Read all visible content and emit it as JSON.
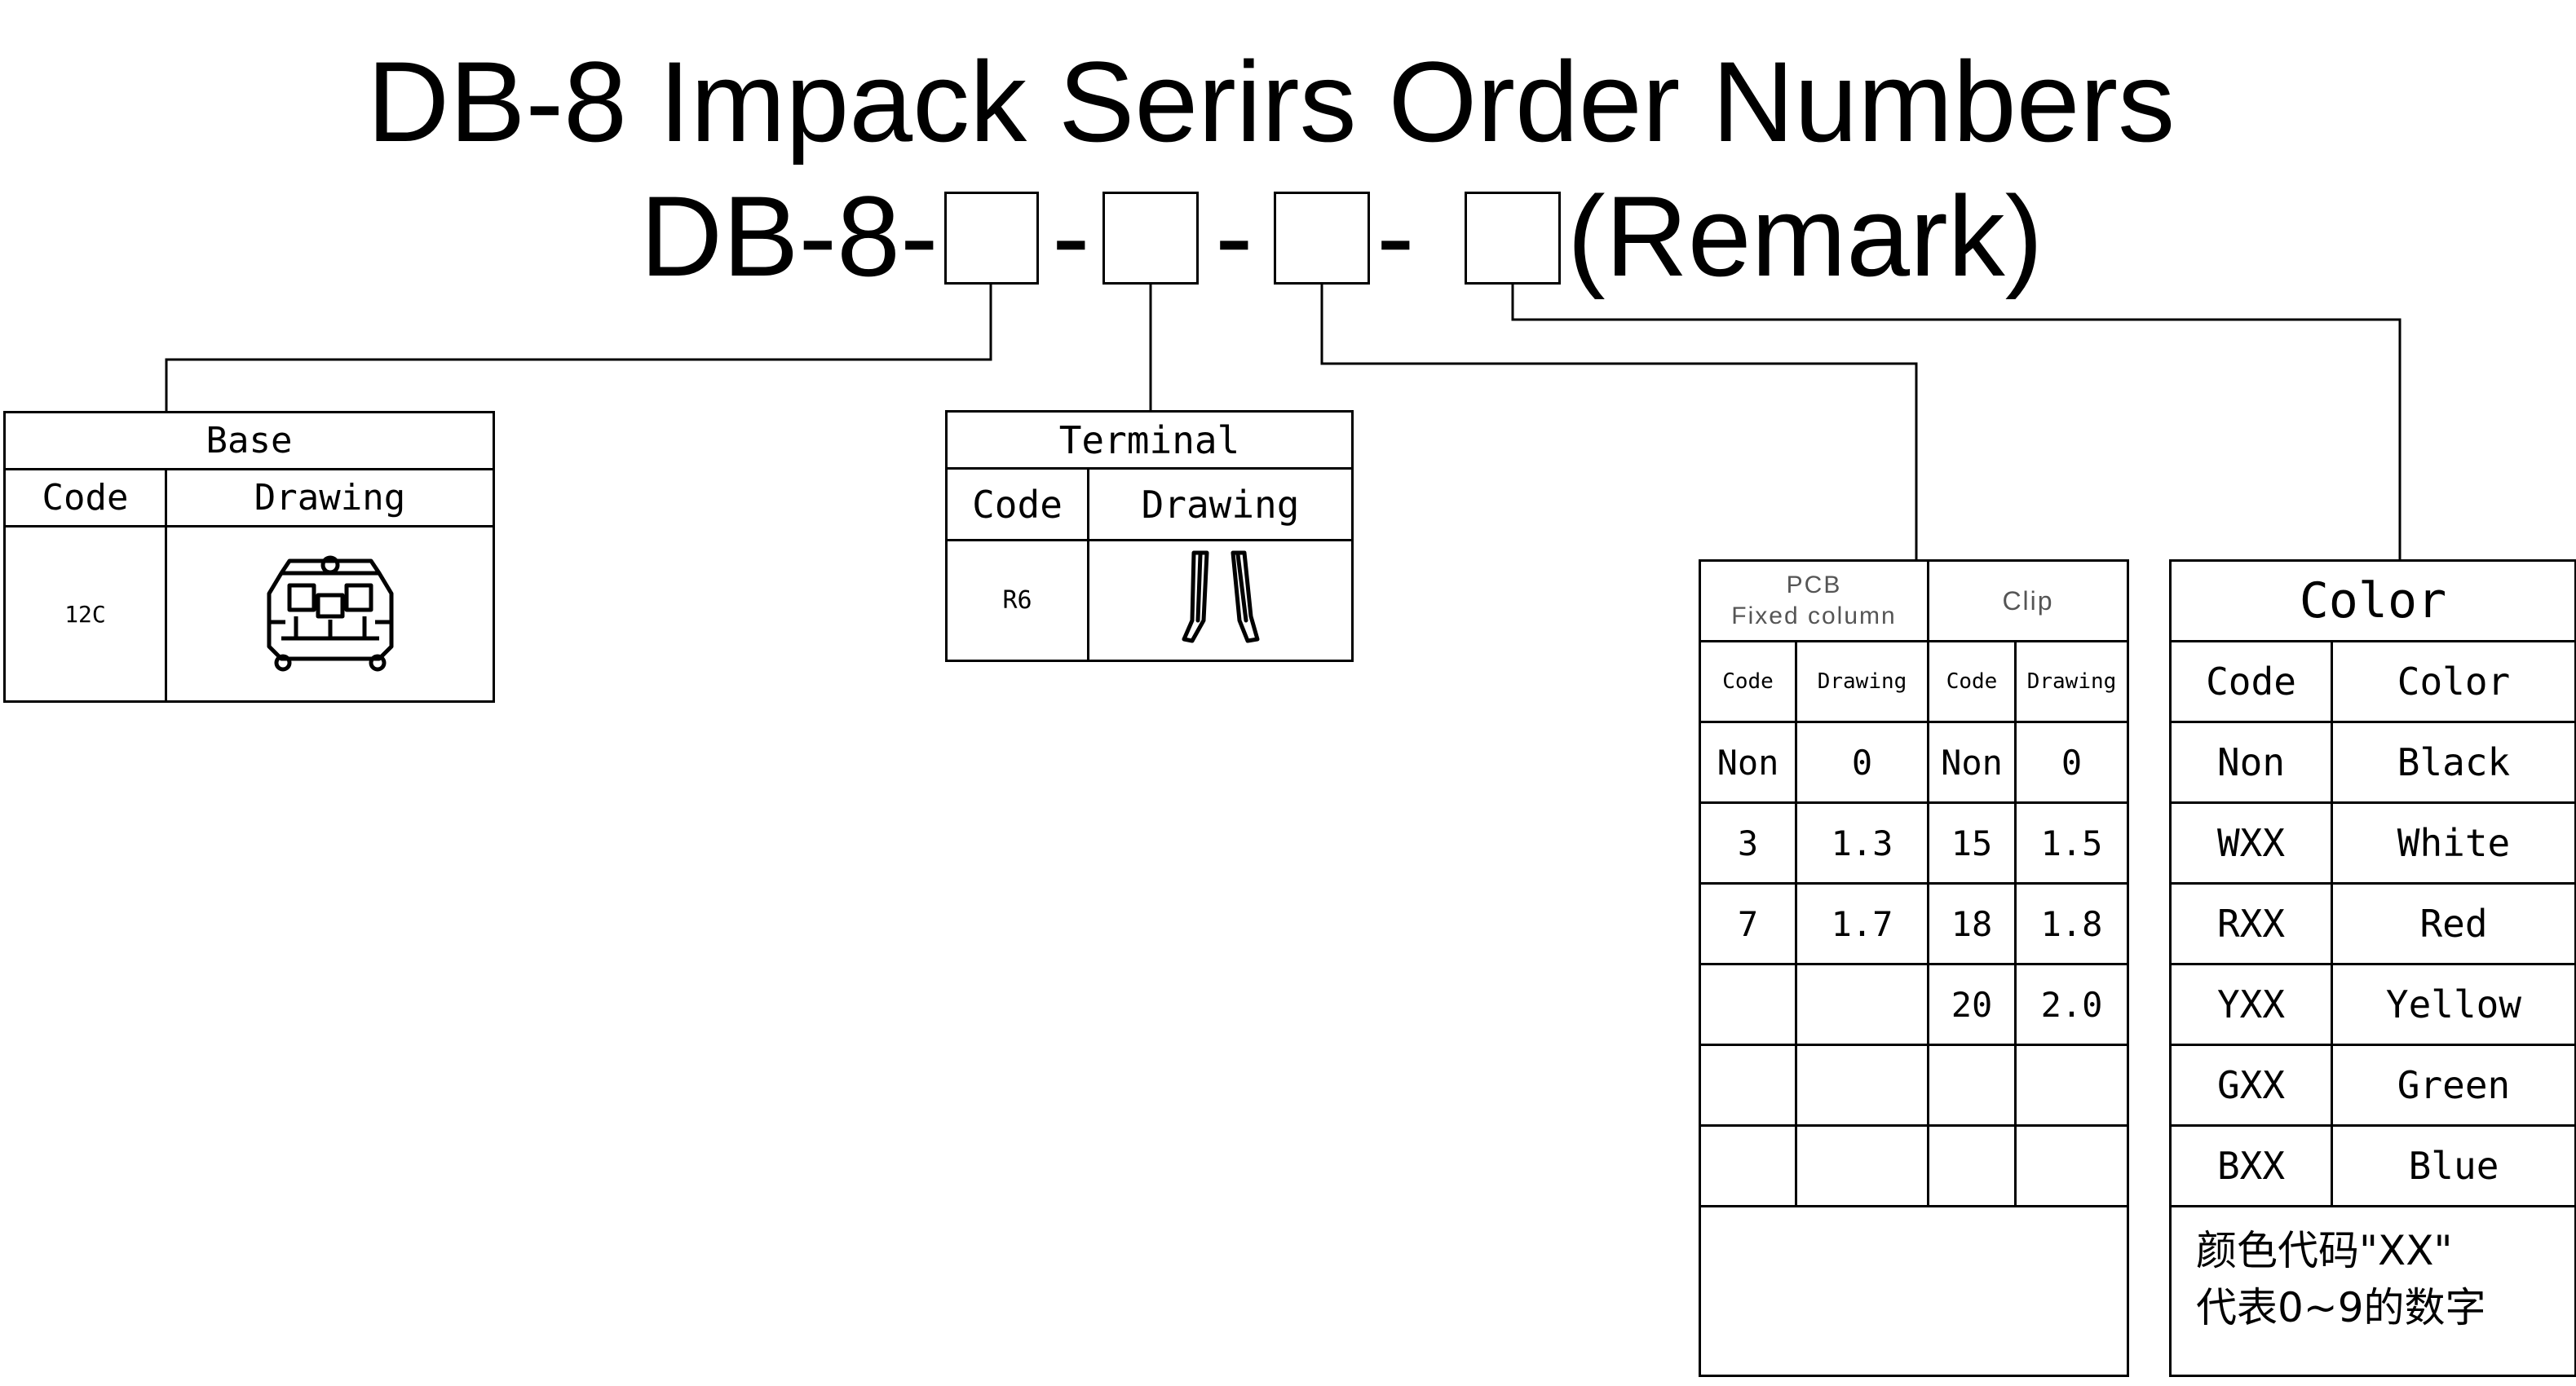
{
  "title": "DB-8 Impack Serirs Order Numbers",
  "order_code": {
    "prefix": "DB-8-",
    "separator": "-",
    "separator_last": "- ",
    "remark": "(Remark)"
  },
  "base_table": {
    "title": "Base",
    "headers": [
      "Code",
      "Drawing"
    ],
    "rows": [
      {
        "code": "12C",
        "drawing": "base-relay-drawing"
      }
    ]
  },
  "terminal_table": {
    "title": "Terminal",
    "headers": [
      "Code",
      "Drawing"
    ],
    "rows": [
      {
        "code": "R6",
        "drawing": "terminal-pins-drawing"
      }
    ]
  },
  "pcb_clip_table": {
    "pcb_title_line1": "PCB",
    "pcb_title_line2": "Fixed column",
    "clip_title": "Clip",
    "headers": [
      "Code",
      "Drawing",
      "Code",
      "Drawing"
    ],
    "rows": [
      [
        "Non",
        "0",
        "Non",
        "0"
      ],
      [
        "3",
        "1.3",
        "15",
        "1.5"
      ],
      [
        "7",
        "1.7",
        "18",
        "1.8"
      ],
      [
        "",
        "",
        "20",
        "2.0"
      ],
      [
        "",
        "",
        "",
        ""
      ],
      [
        "",
        "",
        "",
        ""
      ]
    ]
  },
  "color_table": {
    "title": "Color",
    "headers": [
      "Code",
      "Color"
    ],
    "rows": [
      [
        "Non",
        "Black"
      ],
      [
        "WXX",
        "White"
      ],
      [
        "RXX",
        "Red"
      ],
      [
        "YXX",
        "Yellow"
      ],
      [
        "GXX",
        "Green"
      ],
      [
        "BXX",
        "Blue"
      ]
    ],
    "note_line1": "颜色代码\"XX\"",
    "note_line2": "代表0~9的数字"
  }
}
